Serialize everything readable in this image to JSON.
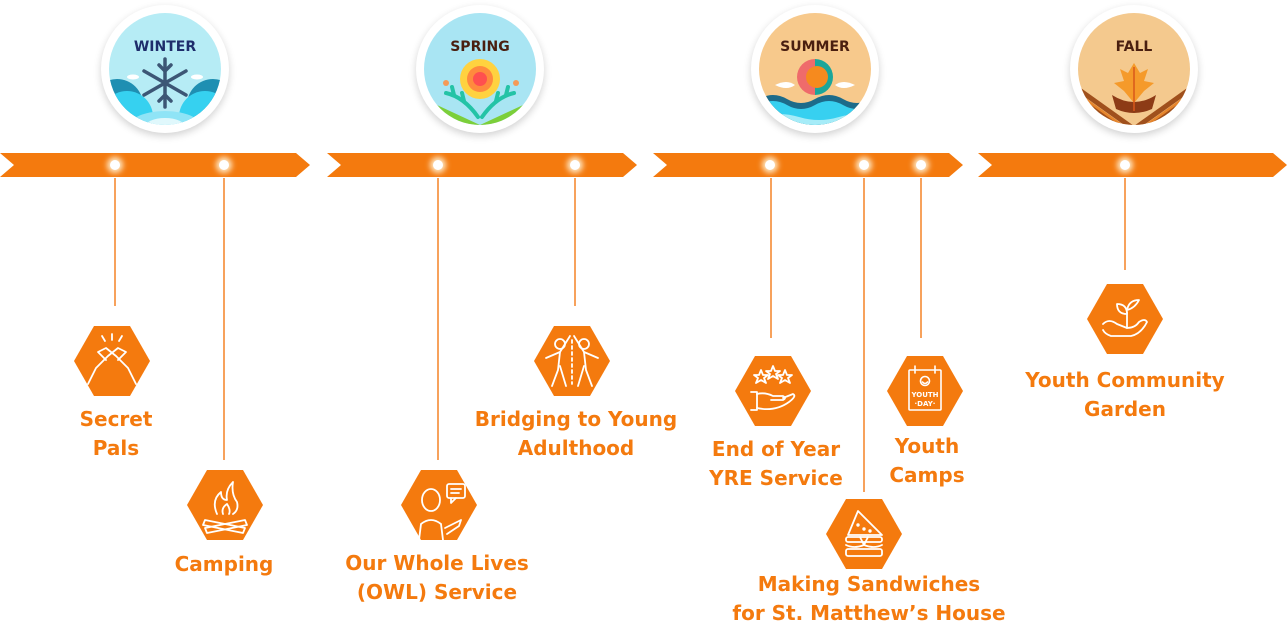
{
  "colors": {
    "accent": "#f47a0e",
    "connector": "#f7a25c",
    "white": "#ffffff"
  },
  "seasons": [
    {
      "id": "winter",
      "title": "WINTER",
      "icon": "snowflake-icon"
    },
    {
      "id": "spring",
      "title": "SPRING",
      "icon": "flower-icon"
    },
    {
      "id": "summer",
      "title": "SUMMER",
      "icon": "sun-icon"
    },
    {
      "id": "fall",
      "title": "FALL",
      "icon": "maple-leaf-icon"
    }
  ],
  "events": [
    {
      "season": "winter",
      "line1": "Secret",
      "line2": "Pals",
      "icon": "handshake-icon"
    },
    {
      "season": "winter",
      "line1": "Camping",
      "line2": "",
      "icon": "campfire-icon"
    },
    {
      "season": "spring",
      "line1": "Our Whole Lives",
      "line2": "(OWL) Service",
      "icon": "speaker-chat-icon"
    },
    {
      "season": "spring",
      "line1": "Bridging to Young",
      "line2": "Adulthood",
      "icon": "high-five-icon"
    },
    {
      "season": "summer",
      "line1": "End of Year",
      "line2": "YRE Service",
      "icon": "hand-stars-icon"
    },
    {
      "season": "summer",
      "line1": "Making Sandwiches",
      "line2": "for St. Matthew’s House",
      "icon": "sandwich-icon"
    },
    {
      "season": "summer",
      "line1": "Youth",
      "line2": "Camps",
      "icon": "youth-day-calendar-icon"
    },
    {
      "season": "fall",
      "line1": "Youth Community",
      "line2": "Garden",
      "icon": "hand-plant-icon"
    }
  ],
  "icon_text": {
    "youth_day_line1": "YOUTH",
    "youth_day_line2": "·DAY·"
  }
}
